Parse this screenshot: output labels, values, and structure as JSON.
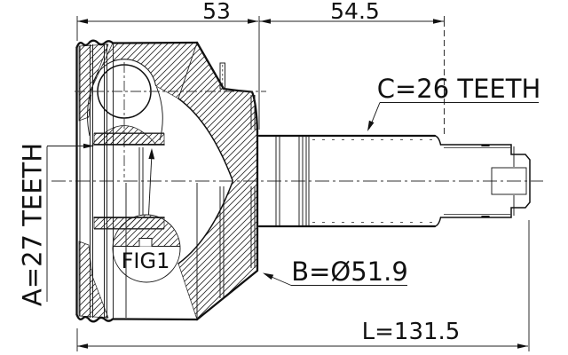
{
  "drawing": {
    "description": "CV joint outer race cross-section technical drawing",
    "dim_housing": "53",
    "dim_shaft": "54.5",
    "dim_length": "L=131.5",
    "label_outer_spline": "C=26 TEETH",
    "label_inner_spline": "A=27 TEETH",
    "label_diameter": "B=Ø51.9",
    "label_detail": "FIG1"
  },
  "colors": {
    "line": "#111111",
    "background": "#ffffff"
  }
}
